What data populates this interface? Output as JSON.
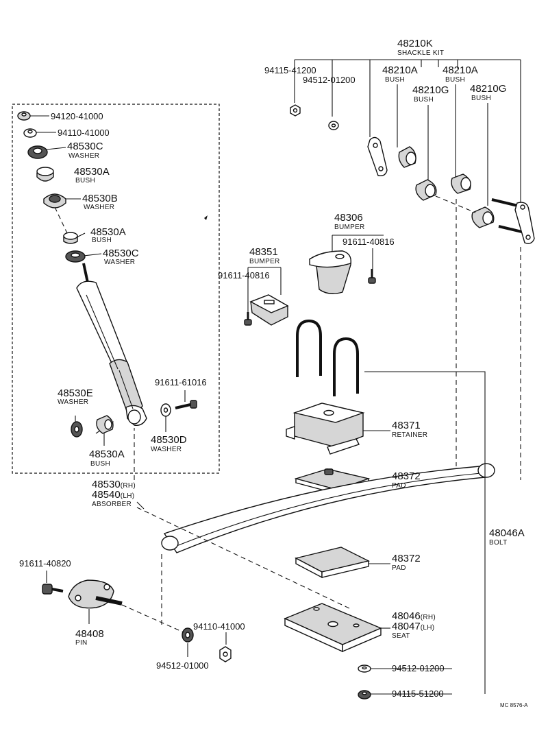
{
  "labels": {
    "kit_pn": "48210K",
    "kit_nm": "SHACKLE KIT",
    "p94115_41200": "94115-41200",
    "p94512_01200_top": "94512-01200",
    "p48210A_1": "48210A",
    "p48210A_1_nm": "BUSH",
    "p48210A_2": "48210A",
    "p48210A_2_nm": "BUSH",
    "p48210G_1": "48210G",
    "p48210G_1_nm": "BUSH",
    "p48210G_2": "48210G",
    "p48210G_2_nm": "BUSH",
    "p94120_41000": "94120-41000",
    "p94110_41000_top": "94110-41000",
    "p48530C_1": "48530C",
    "p48530C_1_nm": "WASHER",
    "p48530A_1": "48530A",
    "p48530A_1_nm": "BUSH",
    "p48530B": "48530B",
    "p48530B_nm": "WASHER",
    "p48530A_2": "48530A",
    "p48530A_2_nm": "BUSH",
    "p48530C_2": "48530C",
    "p48530C_2_nm": "WASHER",
    "p48306": "48306",
    "p48306_nm": "BUMPER",
    "p91611_40816_a": "91611-40816",
    "p48351": "48351",
    "p48351_nm": "BUMPER",
    "p91611_40816_b": "91611-40816",
    "p91611_61016": "91611-61016",
    "p48530E": "48530E",
    "p48530E_nm": "WASHER",
    "p48530A_3": "48530A",
    "p48530A_3_nm": "BUSH",
    "p48530D": "48530D",
    "p48530D_nm": "WASHER",
    "p48371": "48371",
    "p48371_nm": "RETAINER",
    "p48372_1": "48372",
    "p48372_1_nm": "PAD",
    "absorber_rh_pn": "48530",
    "absorber_rh_side": "(RH)",
    "absorber_lh_pn": "48540",
    "absorber_lh_side": "(LH)",
    "absorber_nm": "ABSORBER",
    "p48046A": "48046A",
    "p48046A_nm": "BOLT",
    "p91611_40820": "91611-40820",
    "p48372_2": "48372",
    "p48372_2_nm": "PAD",
    "p48046_pn": "48046",
    "p48046_side": "(RH)",
    "p48047_pn": "48047",
    "p48047_side": "(LH)",
    "p48046_nm": "SEAT",
    "p48408": "48408",
    "p48408_nm": "PIN",
    "p94110_41000_bot": "94110-41000",
    "p94512_01000": "94512-01000",
    "p94512_01200_bot": "94512-01200",
    "p94115_51200": "94115-51200",
    "ref_code": "MC 8576-A"
  }
}
